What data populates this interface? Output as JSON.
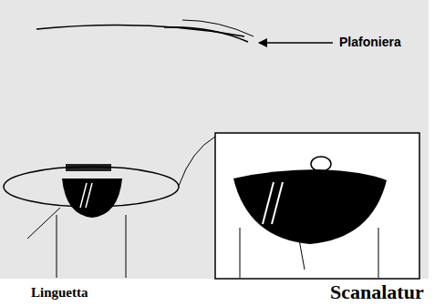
{
  "diagram": {
    "labels": [
      "Plafoniera",
      "Linguetta",
      "Scanalatur"
    ]
  }
}
